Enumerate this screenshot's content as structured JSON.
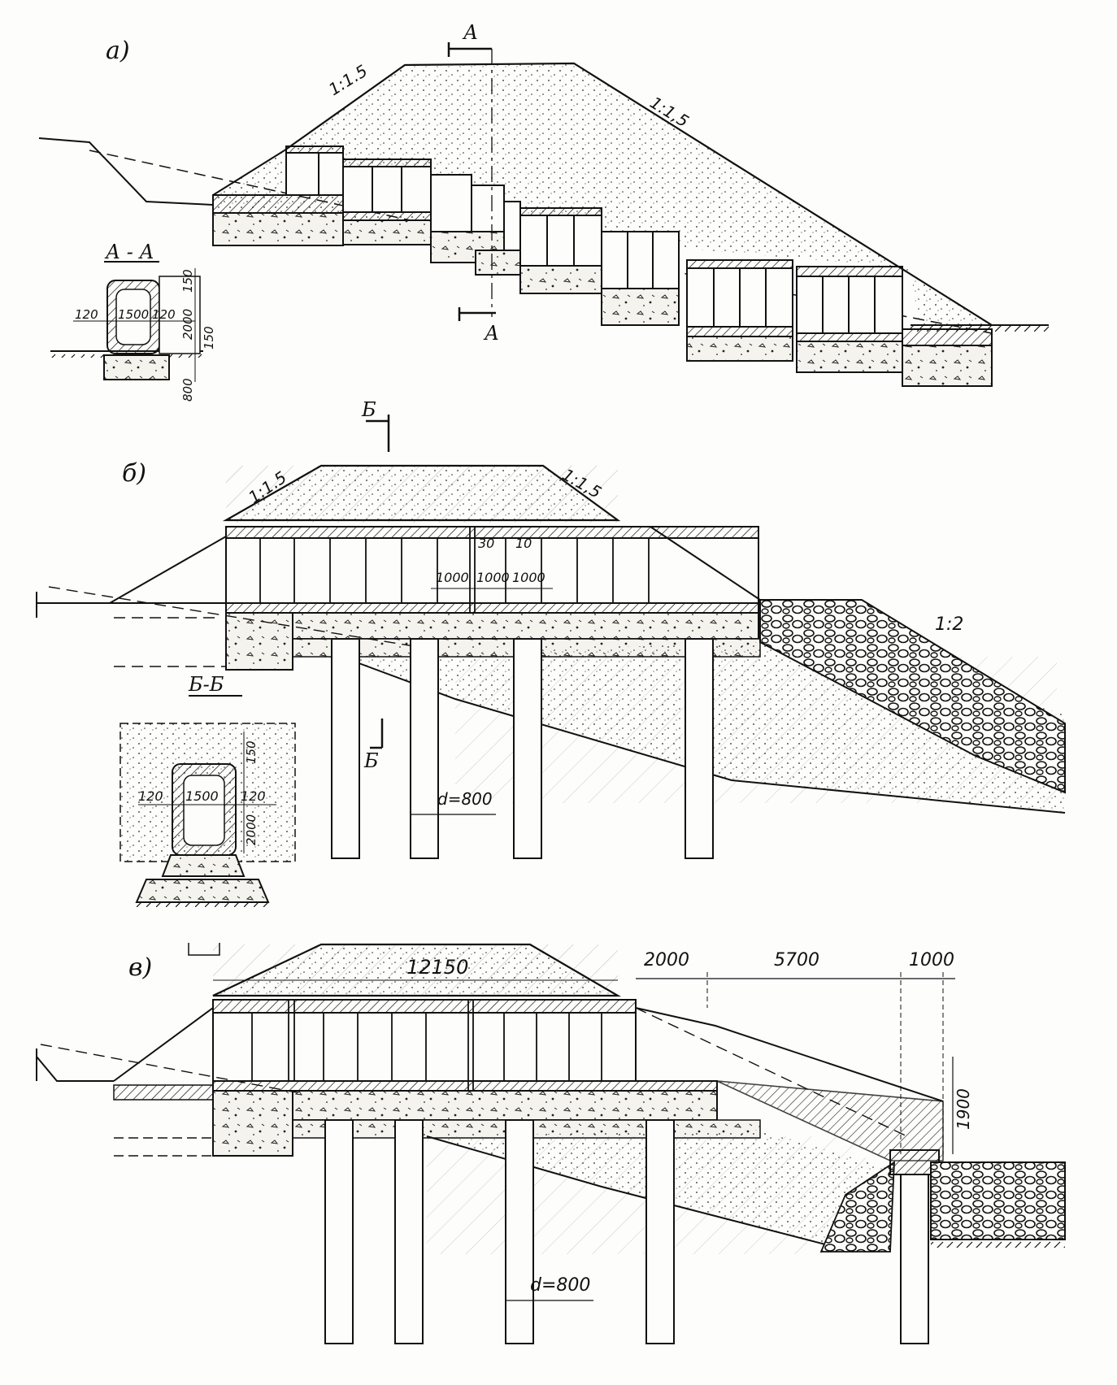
{
  "figure": {
    "colors": {
      "ink": "#111111",
      "paper": "#fdfdfb",
      "fill": "#f4f3ee"
    }
  },
  "panel_a": {
    "label": "а)",
    "slope_left": "1:1.5",
    "slope_right": "1:1,5",
    "section_mark_top": "А",
    "section_mark_bottom": "А",
    "section_title": "А - А",
    "dims": {
      "w120_left": "120",
      "w1500": "1500",
      "w120_right": "120",
      "h150_top": "150",
      "h2000": "2000",
      "h150_bot": "150",
      "h800": "800"
    }
  },
  "panel_b": {
    "label": "б)",
    "slope_left": "1:1.5",
    "slope_right": "1:1,5",
    "slope_riprap": "1:2",
    "section_mark_top": "Б",
    "section_mark_mid": "Б",
    "section_title": "Б-Б",
    "dims": {
      "d30": "30",
      "d10": "10",
      "s1": "1000",
      "s2": "1000",
      "s3": "1000",
      "pile_d": "d=800",
      "w120_left": "120",
      "w1500": "1500",
      "w120_right": "120",
      "h150": "150",
      "h2000": "2000"
    }
  },
  "panel_c": {
    "label": "в)",
    "dims": {
      "d12150": "12150",
      "d2000": "2000",
      "d5700": "5700",
      "d1000": "1000",
      "d1900": "1900",
      "pile_d": "d=800"
    }
  }
}
